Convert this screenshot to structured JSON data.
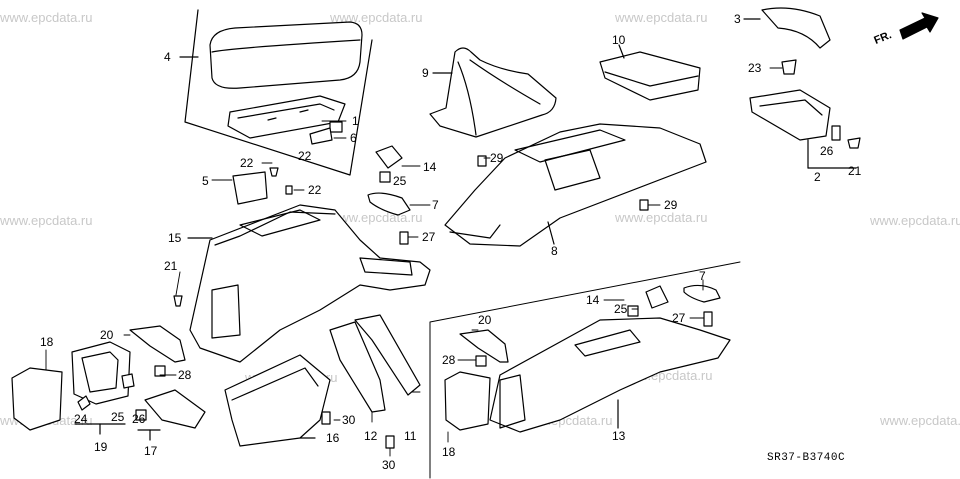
{
  "watermark": "www.epcdata.ru",
  "diagram_code": "SR37-B3740C",
  "direction_label": "FR.",
  "part_labels": {
    "p1": "1",
    "p2": "2",
    "p3": "3",
    "p4": "4",
    "p5": "5",
    "p6": "6",
    "p7a": "7",
    "p7b": "7",
    "p8": "8",
    "p9": "9",
    "p10": "10",
    "p11": "11",
    "p12": "12",
    "p13": "13",
    "p14a": "14",
    "p14b": "14",
    "p15": "15",
    "p16": "16",
    "p17": "17",
    "p18a": "18",
    "p18b": "18",
    "p19": "19",
    "p20a": "20",
    "p20b": "20",
    "p21a": "21",
    "p21b": "21",
    "p22a": "22",
    "p22b": "22",
    "p22c": "22",
    "p23": "23",
    "p24": "24",
    "p25a": "25",
    "p25b": "25",
    "p25c": "25",
    "p26a": "26",
    "p26b": "26",
    "p27a": "27",
    "p27b": "27",
    "p28a": "28",
    "p28b": "28",
    "p29a": "29",
    "p29b": "29",
    "p30a": "30",
    "p30b": "30"
  }
}
